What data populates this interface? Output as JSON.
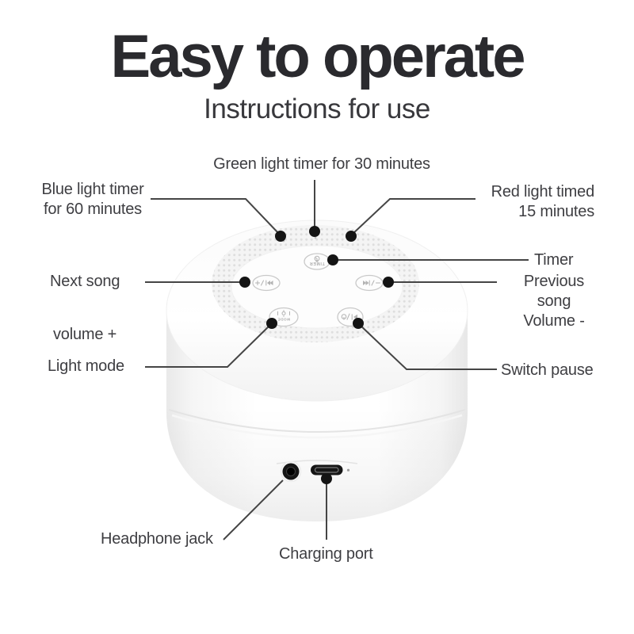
{
  "header": {
    "title": "Easy to operate",
    "subtitle": "Instructions for use"
  },
  "callouts": {
    "green_light": "Green light timer for 30 minutes",
    "blue_light": "Blue light timer\nfor 60 minutes",
    "red_light": "Red light timed\n15 minutes",
    "timer": "Timer",
    "next_song": "Next song",
    "previous_song": "Previous song\nVolume -",
    "volume_plus": "volume +",
    "light_mode": "Light mode",
    "switch_pause": "Switch pause",
    "headphone_jack": "Headphone jack",
    "charging_port": "Charging port"
  },
  "device": {
    "kind": "white-noise-sound-machine",
    "button_labels": {
      "timer": "TIMER",
      "mode": "MODE"
    },
    "colors": {
      "body": "#ffffff",
      "body_shade": "#ebebeb",
      "mesh_dot": "#dedede",
      "button_stroke": "#c9c9c9",
      "leader_line": "#454545",
      "label_text": "#3e3e42",
      "title_text": "#2a2a2e",
      "port_black": "#161616"
    }
  }
}
